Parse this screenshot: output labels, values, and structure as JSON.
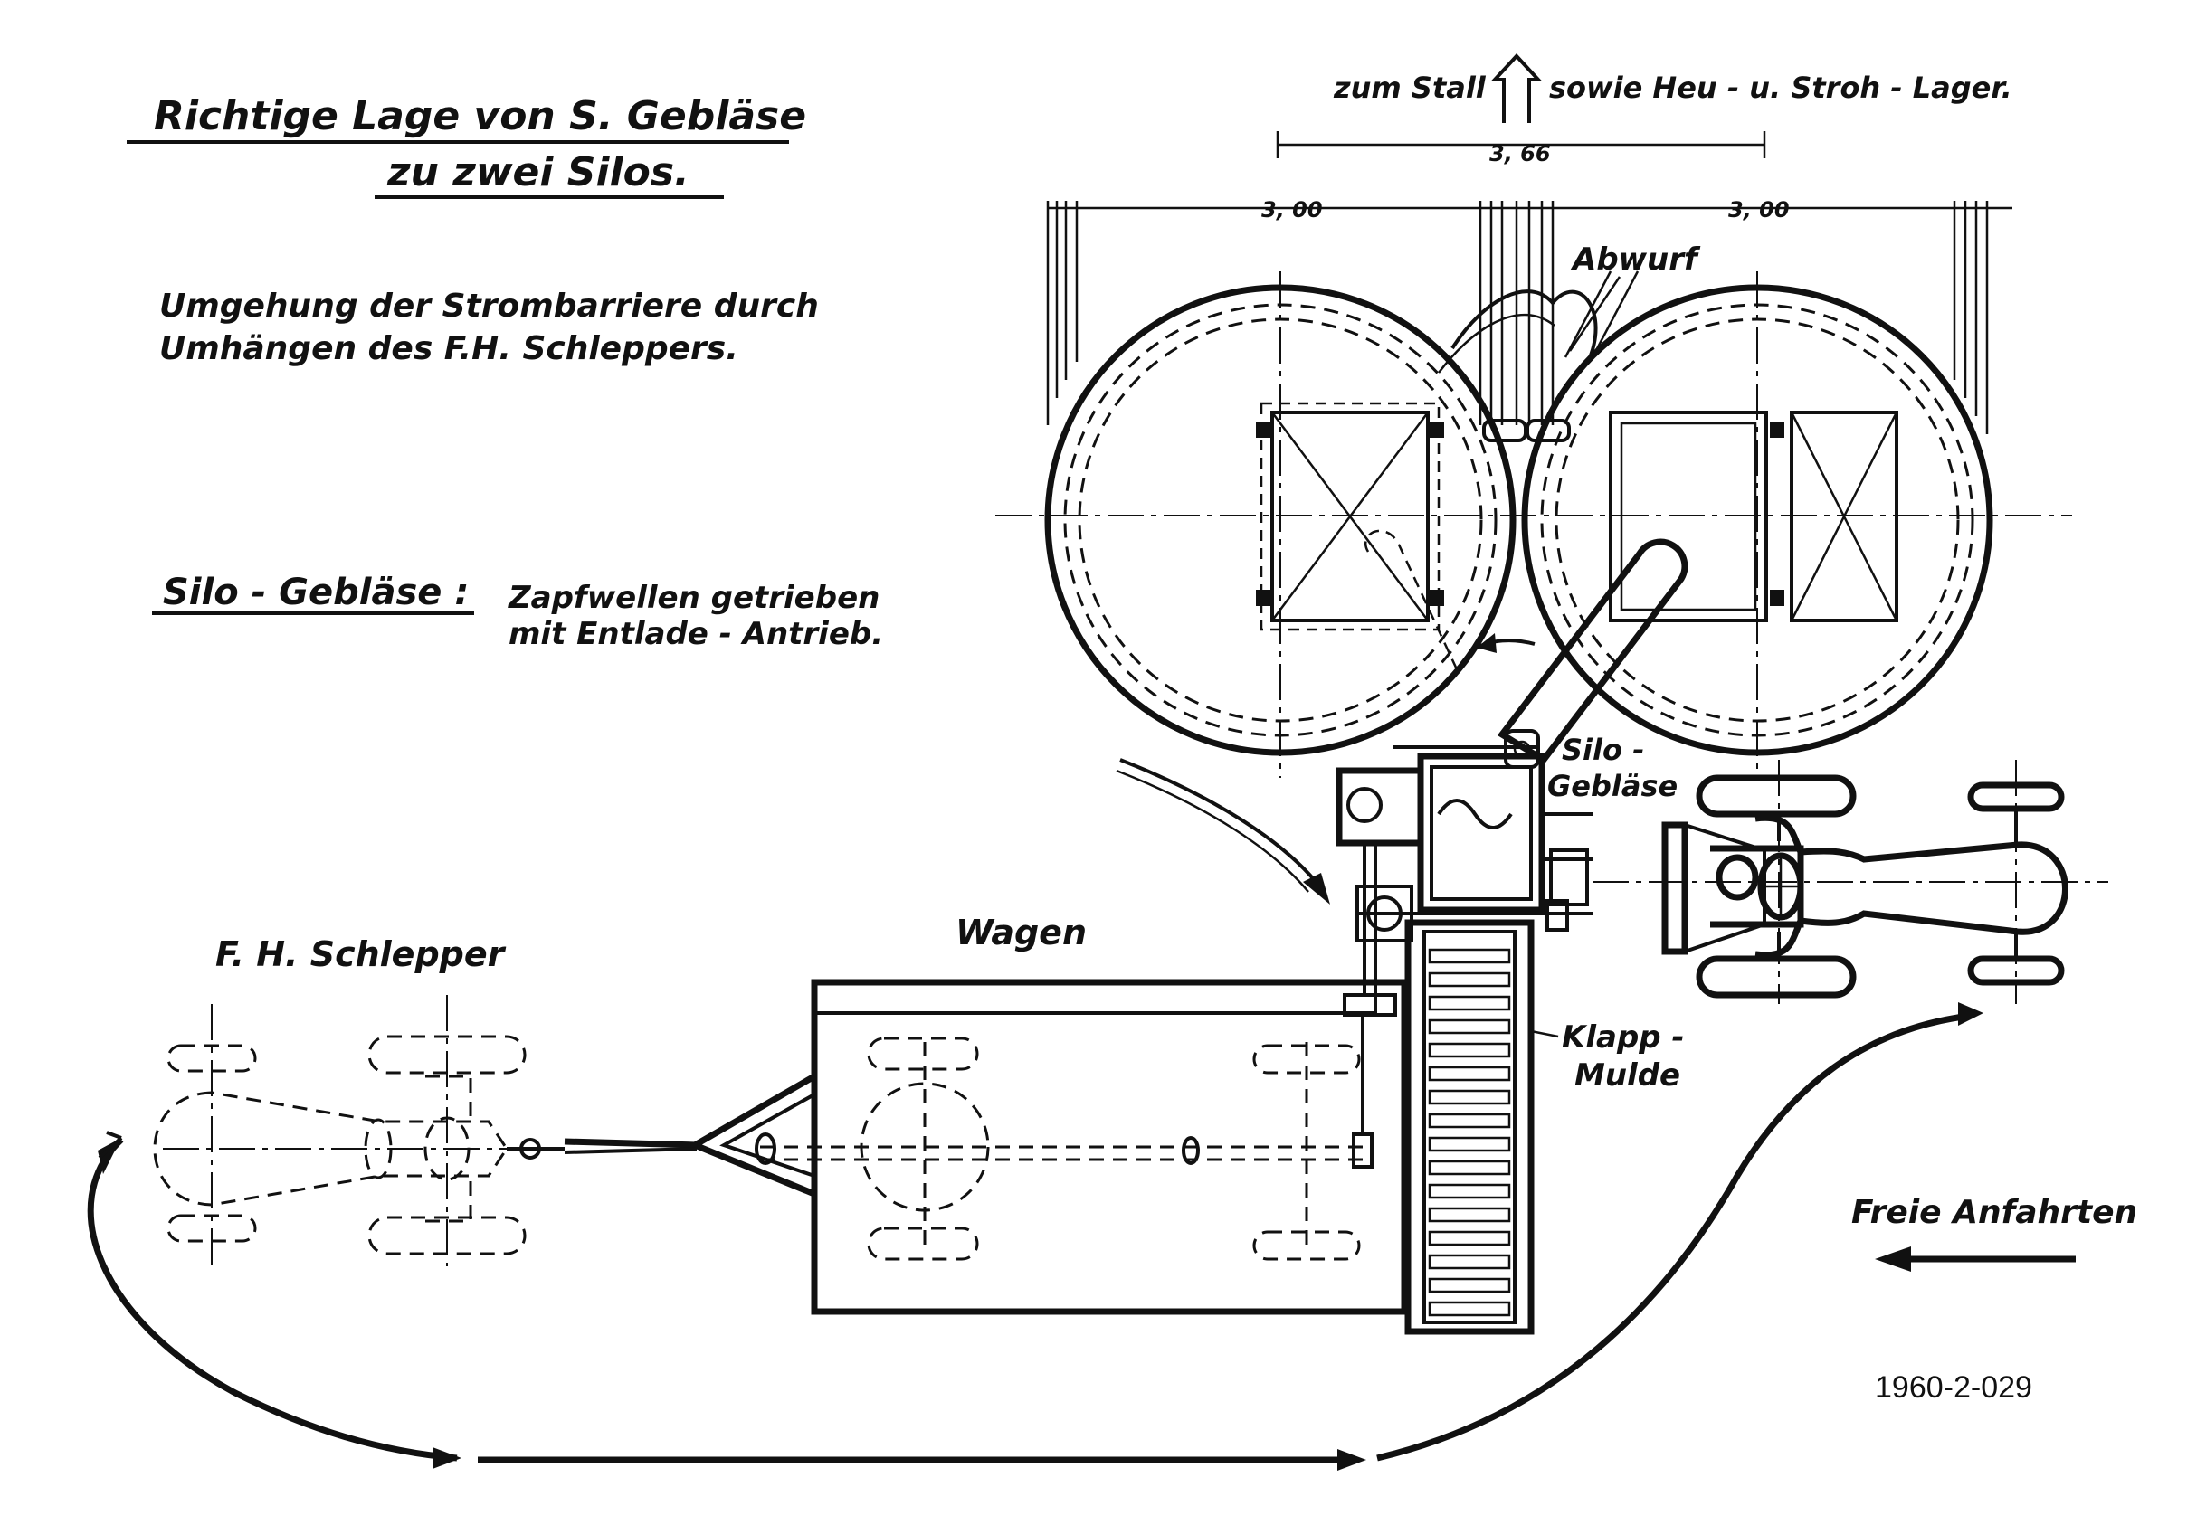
{
  "title_line1": "Richtige Lage von S. Gebläse",
  "title_line2": "zu zwei Silos.",
  "subtitle_line1": "Umgehung der Strombarriere durch",
  "subtitle_line2": "Umhängen des F.H. Schleppers.",
  "blower_heading": "Silo - Gebläse :",
  "blower_desc_line1": "Zapfwellen getrieben",
  "blower_desc_line2": "mit Entlade - Antrieb.",
  "direction_left": "zum Stall",
  "direction_right": "sowie Heu - u. Stroh - Lager.",
  "dim_total": "3, 66",
  "dim_left": "3, 00",
  "dim_right": "3, 00",
  "label_abwurf": "Abwurf",
  "label_silo_geblaese_line1": "Silo -",
  "label_silo_geblaese_line2": "Gebläse",
  "label_wagen": "Wagen",
  "label_schlepper": "F. H. Schlepper",
  "label_klapp_line1": "Klapp -",
  "label_klapp_line2": "Mulde",
  "label_freie_anfahrten": "Freie Anfahrten",
  "archive_number": "1960-2-029",
  "icons": [
    "up-arrow-icon",
    "left-arrow-icon",
    "curved-arrow-icon"
  ]
}
